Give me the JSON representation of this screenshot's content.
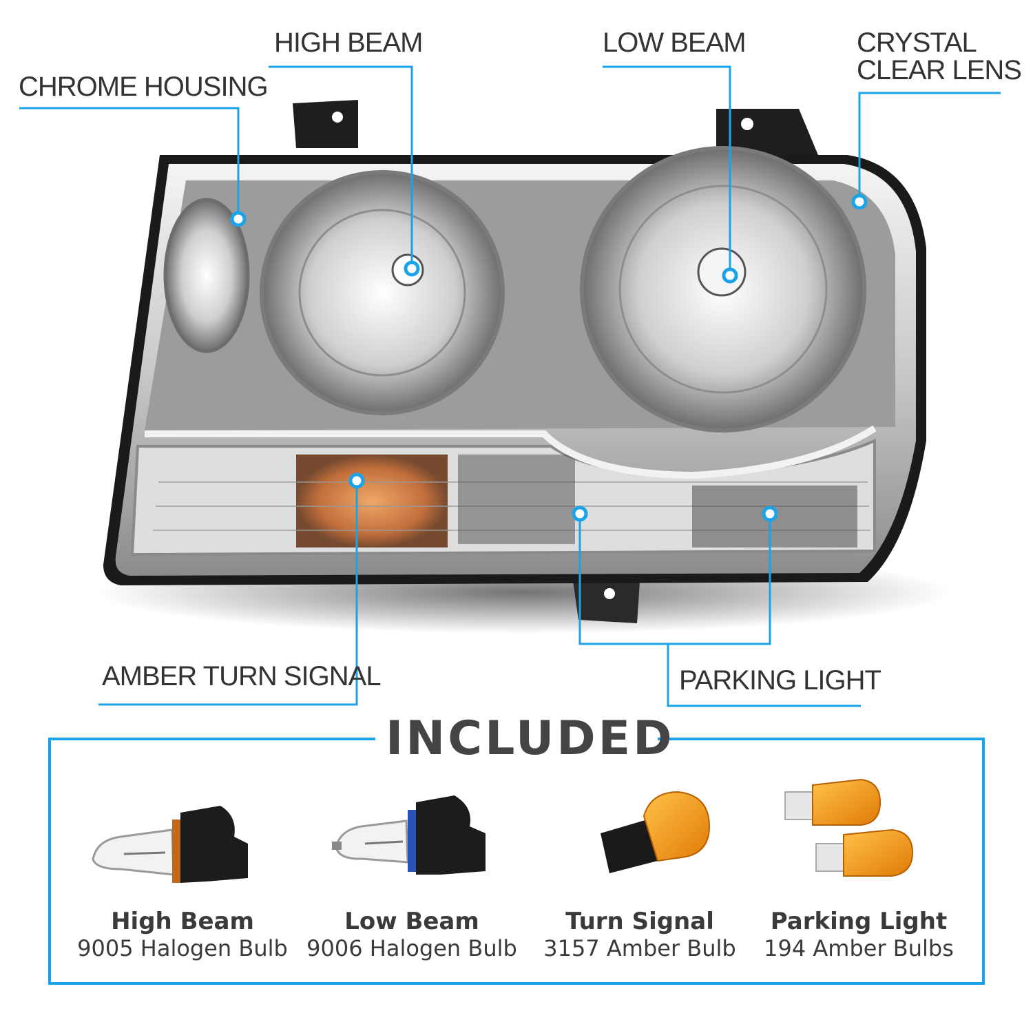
{
  "colors": {
    "accent": "#1aa3e8",
    "text": "#333333",
    "amber": "#f7a21b"
  },
  "callouts": {
    "chrome_housing": "CHROME HOUSING",
    "high_beam": "HIGH BEAM",
    "low_beam": "LOW BEAM",
    "crystal_clear_lens_line1": "CRYSTAL",
    "crystal_clear_lens_line2": "CLEAR LENS",
    "amber_turn_signal": "AMBER TURN SIGNAL",
    "parking_light": "PARKING LIGHT"
  },
  "included": {
    "title": "INCLUDED",
    "items": [
      {
        "name": "High Beam",
        "desc": "9005 Halogen Bulb",
        "icon": "halogen-bulb-9005-icon"
      },
      {
        "name": "Low Beam",
        "desc": "9006 Halogen Bulb",
        "icon": "halogen-bulb-9006-icon"
      },
      {
        "name": "Turn Signal",
        "desc": "3157 Amber Bulb",
        "icon": "amber-bulb-3157-icon"
      },
      {
        "name": "Parking Light",
        "desc": "194 Amber Bulbs",
        "icon": "amber-bulbs-194-icon"
      }
    ]
  }
}
